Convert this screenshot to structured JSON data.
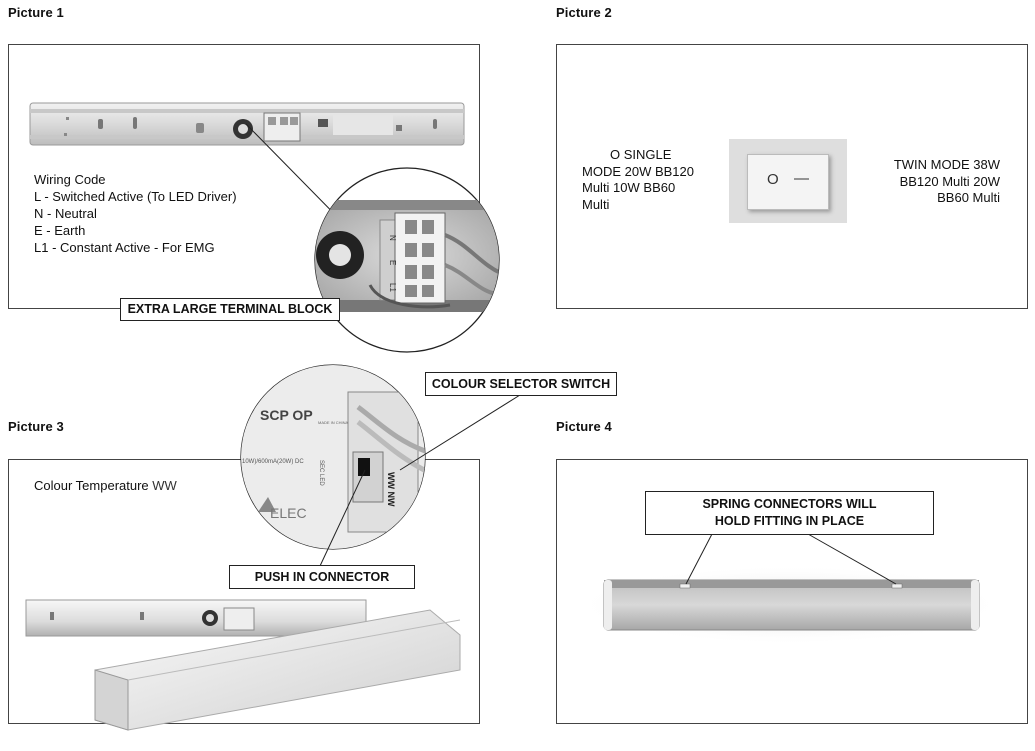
{
  "pictures": {
    "p1": {
      "label": "Picture 1"
    },
    "p2": {
      "label": "Picture 2"
    },
    "p3": {
      "label": "Picture 3"
    },
    "p4": {
      "label": "Picture 4"
    }
  },
  "picture1": {
    "wiring_title": "Wiring Code",
    "wiring_lines": [
      "L - Switched Active (To LED Driver)",
      "N - Neutral",
      "E - Earth",
      "L1 - Constant Active - For EMG"
    ],
    "callout": "EXTRA LARGE TERMINAL BLOCK",
    "terminal_marks": [
      "N",
      "E",
      "L1"
    ]
  },
  "picture2": {
    "left_text": [
      "O SINGLE",
      "MODE 20W BB120",
      "Multi 10W BB60",
      "Multi"
    ],
    "right_text": [
      "TWIN MODE 38W",
      "BB120 Multi 20W",
      "BB60 Multi"
    ],
    "switch_symbols": [
      "O",
      "—"
    ]
  },
  "picture3": {
    "colour_temp_label": "Colour Temperature",
    "colour_temp_value": "WW",
    "callout_switch": "COLOUR SELECTOR SWITCH",
    "callout_connector": "PUSH IN CONNECTOR",
    "label_brand": "SCP OP",
    "label_made": "MADE IN CHINA",
    "label_specs": "10W)/600mA(20W) DC",
    "label_sec": "SEC LED",
    "label_modes": "WW NW",
    "logo": "ELEC"
  },
  "picture4": {
    "callout": [
      "SPRING CONNECTORS WILL",
      "HOLD FITTING IN PLACE"
    ]
  }
}
